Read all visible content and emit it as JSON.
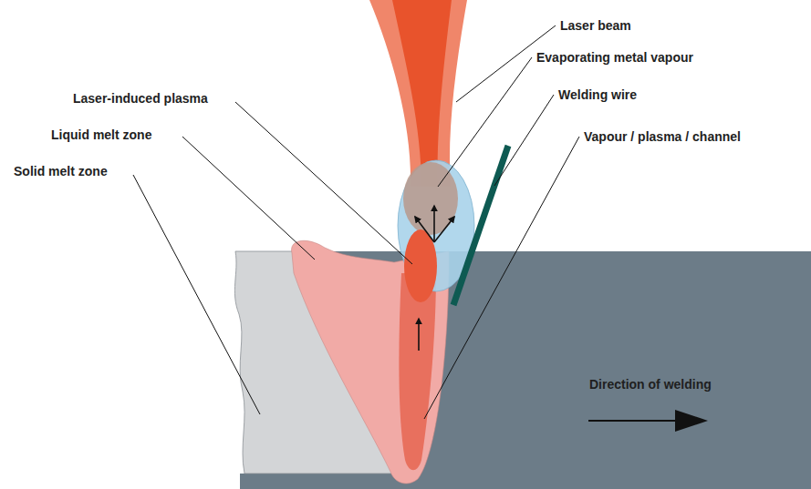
{
  "diagram": {
    "labels": [
      "Laser beam",
      "Evaporating metal vapour",
      "Welding wire",
      "Laser-induced plasma",
      "Liquid melt zone",
      "Vapour / plasma / channel",
      "Solid melt zone",
      "Direction of welding"
    ]
  }
}
